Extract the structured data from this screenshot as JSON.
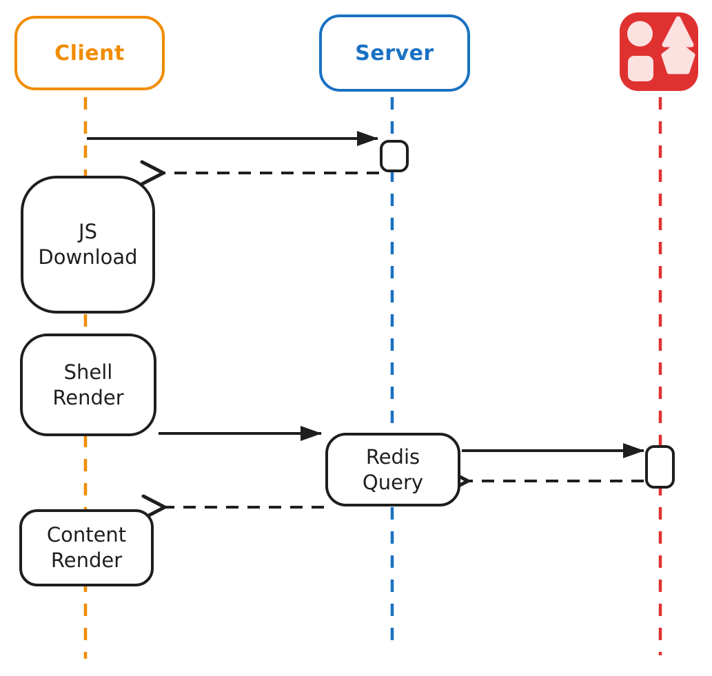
{
  "actors": {
    "client": {
      "label": "Client",
      "color": "#f08c00"
    },
    "server": {
      "label": "Server",
      "color": "#1971c2"
    },
    "redis": {
      "icon": "shapes-icon",
      "color": "#e03131",
      "icon_shape_fill": "#fce1e1"
    }
  },
  "nodes": {
    "js_download": {
      "lines": [
        "JS",
        "Download"
      ]
    },
    "shell_render": {
      "lines": [
        "Shell",
        "Render"
      ]
    },
    "redis_query": {
      "lines": [
        "Redis",
        "Query"
      ]
    },
    "content_render": {
      "lines": [
        "Content",
        "Render"
      ]
    }
  },
  "edges": [
    {
      "from": "client",
      "to": "server",
      "style": "solid"
    },
    {
      "from": "server",
      "to": "client",
      "style": "dashed"
    },
    {
      "from": "shell_render",
      "to": "redis_query",
      "style": "solid"
    },
    {
      "from": "redis_query",
      "to": "redis",
      "style": "solid"
    },
    {
      "from": "redis",
      "to": "redis_query",
      "style": "dashed"
    },
    {
      "from": "redis_query",
      "to": "content_render",
      "style": "dashed"
    }
  ],
  "colors": {
    "stroke": "#1e1e1e",
    "background": "#ffffff",
    "client": "#f08c00",
    "server": "#1971c2",
    "redis": "#e03131",
    "redis_shape_fill": "#fce1e1"
  }
}
